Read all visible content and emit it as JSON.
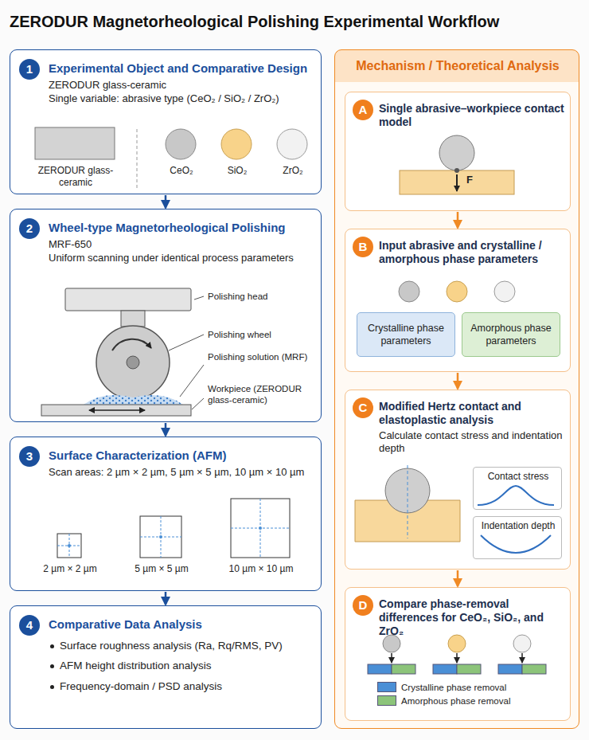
{
  "diagram": {
    "title": "ZERODUR Magnetorheological Polishing Experimental Workflow",
    "nodes": [
      {
        "text": [
          "1",
          "Experimental Object and Comparative Design",
          "ZERODUR glass-ceramic",
          "Single variable: abrasive type (CeO₂ / SiO₂ / ZrO₂)"
        ]
      },
      {
        "text": [
          "ZERODUR glass-ceramic"
        ],
        "in": 0
      },
      {
        "text": [
          "CeO₂"
        ],
        "in": 0
      },
      {
        "text": [
          "SiO₂"
        ],
        "in": 0
      },
      {
        "text": [
          "ZrO₂"
        ],
        "in": 0
      },
      {
        "text": [
          "2",
          "Wheel-type Magnetorheological Polishing",
          "MRF-650",
          "Uniform scanning under identical process parameters"
        ]
      },
      {
        "text": [
          "3",
          "Surface Characterization (AFM)",
          "Scan areas: 2 µm × 2 µm, 5 µm × 5 µm, 10 µm × 10 µm"
        ]
      },
      {
        "text": [
          "2 µm × 2 µm"
        ],
        "in": 6
      },
      {
        "text": [
          "5 µm × 5 µm"
        ],
        "in": 6
      },
      {
        "text": [
          "10 µm × 10 µm"
        ],
        "in": 6
      },
      {
        "text": [
          "4",
          "Comparative Data Analysis",
          "Surface roughness analysis (Ra, Rq/RMS, PV)",
          "AFM height distribution analysis",
          "Frequency-domain / PSD analysis"
        ]
      },
      {
        "text": [
          "Mechanism / Theoretical Analysis"
        ]
      },
      {
        "text": [
          "A",
          "Single abrasive–workpiece contact model"
        ],
        "in": 11
      },
      {
        "text": [
          "B",
          "Input abrasive and crystalline / amorphous phase parameters"
        ],
        "in": 11
      },
      {
        "text": [
          "Crystalline phase parameters"
        ],
        "in": 13
      },
      {
        "text": [
          "Amorphous phase parameters"
        ],
        "in": 13
      },
      {
        "text": [
          "C",
          "Modified Hertz contact and elastoplastic analysis",
          "Calculate contact stress and indentation depth"
        ],
        "in": 11
      },
      {
        "text": [
          "Contact stress"
        ],
        "in": 16
      },
      {
        "text": [
          "Indentation depth"
        ],
        "in": 16
      },
      {
        "text": [
          "D",
          "Compare phase-removal differences for CeO₂, SiO₂, and ZrO₂"
        ],
        "in": 11
      }
    ],
    "edges": [
      {
        "from": 0,
        "to": 5,
        "arrow": "to"
      },
      {
        "from": 5,
        "to": 6,
        "arrow": "to"
      },
      {
        "from": 6,
        "to": 10,
        "arrow": "to"
      },
      {
        "from": 12,
        "to": 13,
        "arrow": "to"
      },
      {
        "from": 13,
        "to": 16,
        "arrow": "to"
      },
      {
        "from": 16,
        "to": 19,
        "arrow": "to"
      }
    ],
    "labels": [
      "Polishing head",
      "Polishing wheel",
      "Polishing solution (MRF)",
      "Workpiece (ZERODUR glass-ceramic)",
      "F"
    ],
    "legend": [
      {
        "text": "Crystalline phase removal",
        "color": "#4a8fd6"
      },
      {
        "text": "Amorphous phase removal",
        "color": "#8cc47a"
      }
    ]
  }
}
